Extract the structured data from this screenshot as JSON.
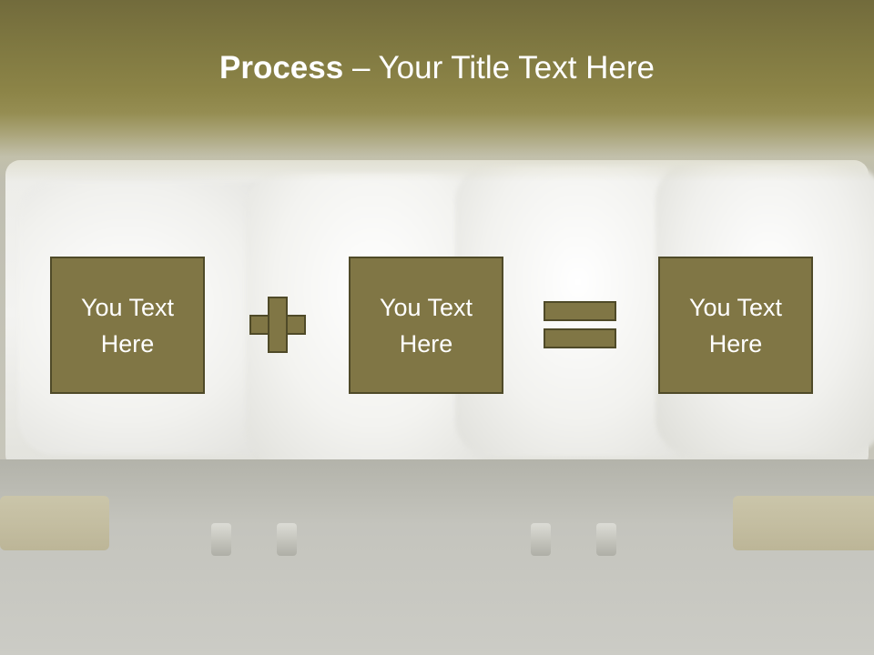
{
  "slide": {
    "title_bold": "Process",
    "title_rest": " – Your Title Text Here"
  },
  "process": {
    "boxes": [
      {
        "label": "You Text Here"
      },
      {
        "label": "You Text Here"
      },
      {
        "label": "You Text Here"
      }
    ],
    "operators": [
      "plus-icon",
      "equals-icon"
    ]
  },
  "colors": {
    "accent": "#807645",
    "accent_border": "#4f4a28",
    "title_band": "#7f7841",
    "text": "#ffffff"
  }
}
